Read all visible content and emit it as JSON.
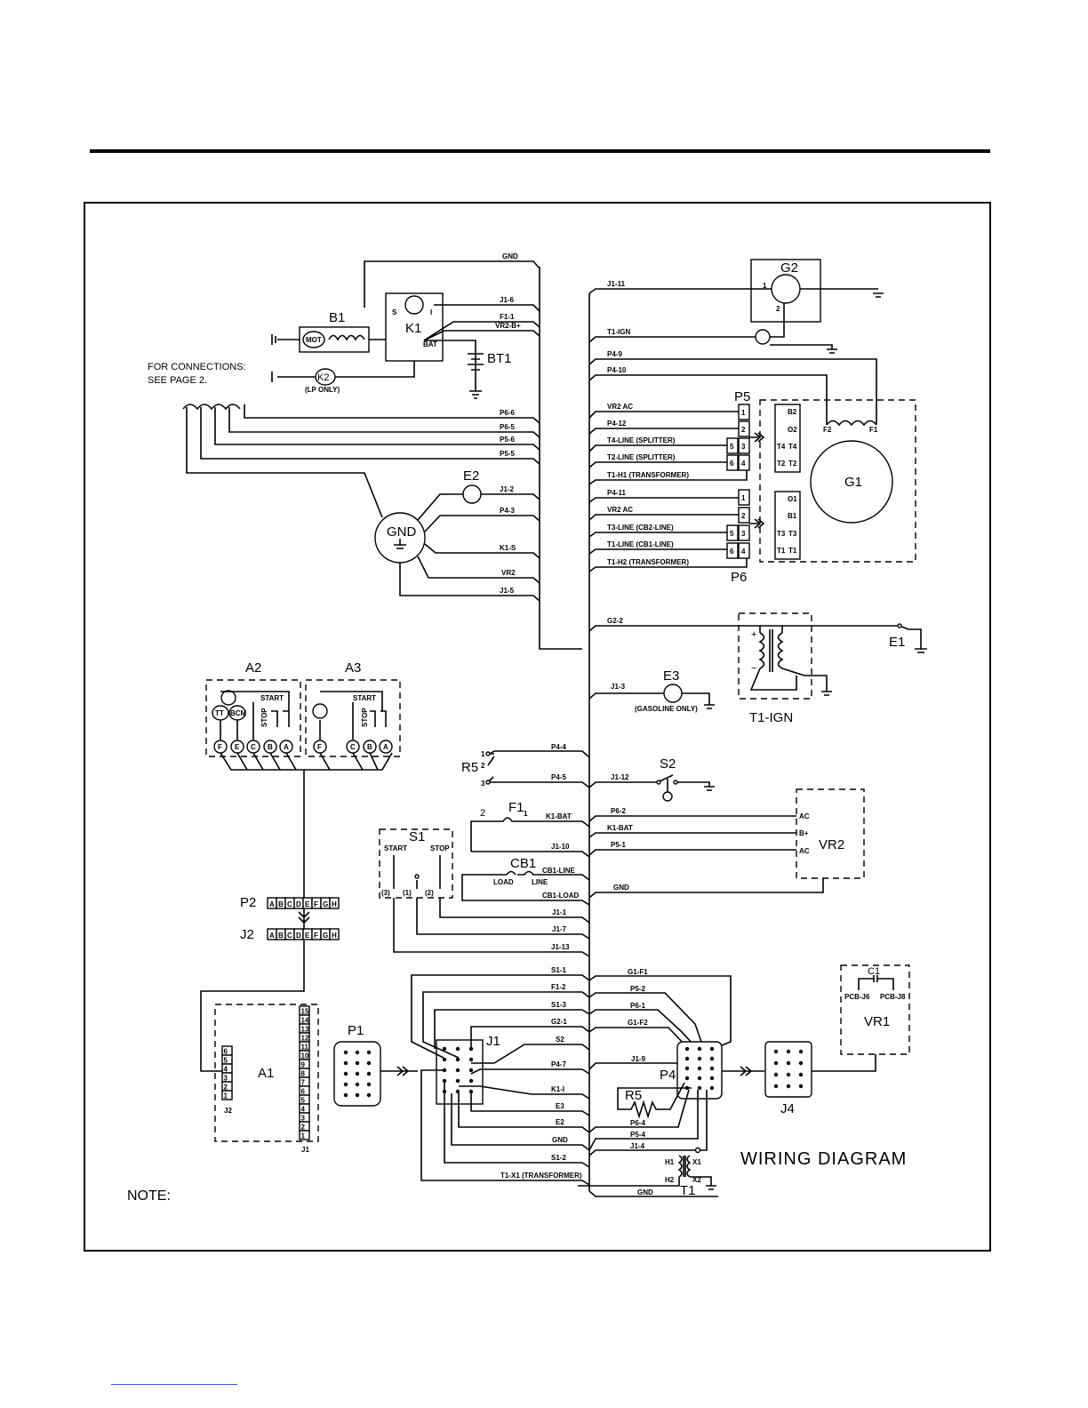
{
  "diagram": {
    "title": "WIRING DIAGRAM",
    "note_label": "NOTE:",
    "connection_note": [
      "FOR CONNECTIONS:",
      "SEE PAGE 2."
    ],
    "wire_labels": {
      "gnd_top": "GND",
      "j1_6": "J1-6",
      "f1_1": "F1-1",
      "vr2_b": "VR2-B+",
      "p6_6": "P6-6",
      "p6_5": "P6-5",
      "p5_6": "P5-6",
      "p5_5": "P5-5",
      "j1_2": "J1-2",
      "p4_3": "P4-3",
      "k1_s": "K1-S",
      "vr2": "VR2",
      "j1_5": "J1-5",
      "j1_11": "J1-11",
      "t1_ign": "T1-IGN",
      "p4_9": "P4-9",
      "p4_10": "P4-10",
      "vr2_ac_a": "VR2 AC",
      "p4_12": "P4-12",
      "t4_line": "T4-LINE (SPLITTER)",
      "t2_line": "T2-LINE (SPLITTER)",
      "t1_h1": "T1-H1 (TRANSFORMER)",
      "p4_11": "P4-11",
      "vr2_ac_b": "VR2 AC",
      "t3_line": "T3-LINE (CB2-LINE)",
      "t1_line": "T1-LINE (CB1-LINE)",
      "t1_h2": "T1-H2 (TRANSFORMER)",
      "g2_2": "G2-2",
      "j1_3": "J1-3",
      "gasoline_only": "(GASOLINE ONLY)",
      "p4_4": "P4-4",
      "p4_5": "P4-5",
      "j1_12": "J1-12",
      "k1_bat_a": "K1-BAT",
      "p6_2": "P6-2",
      "k1_bat_b": "K1-BAT",
      "j1_10": "J1-10",
      "p5_1": "P5-1",
      "cb1_line": "CB1-LINE",
      "cb1_load": "CB1-LOAD",
      "gnd_vr2": "GND",
      "j1_1": "J1-1",
      "j1_7": "J1-7",
      "j1_13": "J1-13",
      "s1_1": "S1-1",
      "g1_f1": "G1-F1",
      "f1_2": "F1-2",
      "p5_2": "P5-2",
      "s1_3": "S1-3",
      "p6_1": "P6-1",
      "g2_1": "G2-1",
      "g1_f2": "G1-F2",
      "s2": "S2",
      "p4_7": "P4-7",
      "j1_9": "J1-9",
      "k1_i": "K1-I",
      "e3": "E3",
      "e2": "E2",
      "p6_4": "P6-4",
      "p5_4": "P5-4",
      "gnd_j1": "GND",
      "j1_4": "J1-4",
      "s1_2": "S1-2",
      "t1_x1": "T1-X1 (TRANSFORMER)",
      "gnd_bottom": "GND"
    },
    "components": {
      "b1": "B1",
      "mot": "MOT",
      "k1": "K1",
      "k1_s": "S",
      "k1_i": "I",
      "k1_bat": "BAT",
      "bt1": "BT1",
      "k2": "K2",
      "lp_only": "(LP ONLY)",
      "e2": "E2",
      "gnd_hub": "GND",
      "g2": "G2",
      "g2_pin1": "1",
      "g2_pin2": "2",
      "p5": "P5",
      "p6": "P6",
      "g1": "G1",
      "f2": "F2",
      "f1": "F1",
      "e1": "E1",
      "e3": "E3",
      "t1_ign": "T1-IGN",
      "a2": "A2",
      "a3": "A3",
      "start": "START",
      "stop": "STOP",
      "tt": "TT",
      "bcm": "BCM",
      "r5": "R5",
      "s2": "S2",
      "f1_fuse": "F1",
      "f1_pin2": "2",
      "f1_pin1": "1",
      "vr2": "VR2",
      "vr2_ac": "AC",
      "vr2_b": "B+",
      "s1": "S1",
      "s1_start": "START",
      "s1_stop": "STOP",
      "s1_p3": "(3)",
      "s1_p1": "(1)",
      "s1_p2": "(2)",
      "cb1": "CB1",
      "cb1_load": "LOAD",
      "cb1_line": "LINE",
      "p2": "P2",
      "j2": "J2",
      "pin_letters": [
        "A",
        "B",
        "C",
        "D",
        "E",
        "F",
        "G",
        "H"
      ],
      "a1": "A1",
      "a1_j2": "J2",
      "a1_j1": "J1",
      "a1_j2_pins": [
        "6",
        "5",
        "4",
        "3",
        "2",
        "1"
      ],
      "a1_j1_pins": [
        "15",
        "14",
        "13",
        "12",
        "11",
        "10",
        "9",
        "8",
        "7",
        "6",
        "5",
        "4",
        "3",
        "2",
        "1"
      ],
      "p1": "P1",
      "j1": "J1",
      "p4": "P4",
      "j4": "J4",
      "r5b": "R5",
      "t1": "T1",
      "h1": "H1",
      "h2": "H2",
      "x1": "X1",
      "x2": "X2",
      "c1": "C1",
      "vr1": "VR1",
      "pcb_j6": "PCB-J6",
      "pcb_j8": "PCB-J8"
    },
    "p5_pins": [
      "1",
      "2",
      "5",
      "3",
      "6",
      "4"
    ],
    "p6_pins": [
      "1",
      "2",
      "5",
      "3",
      "6",
      "4"
    ],
    "g1_top_terms": [
      "B2",
      "O2",
      "T4",
      "T4",
      "T2",
      "T2"
    ],
    "g1_bot_terms": [
      "O1",
      "B1",
      "T3",
      "T3",
      "T1",
      "T1"
    ],
    "r5_pins": [
      "1",
      "2",
      "3"
    ]
  }
}
